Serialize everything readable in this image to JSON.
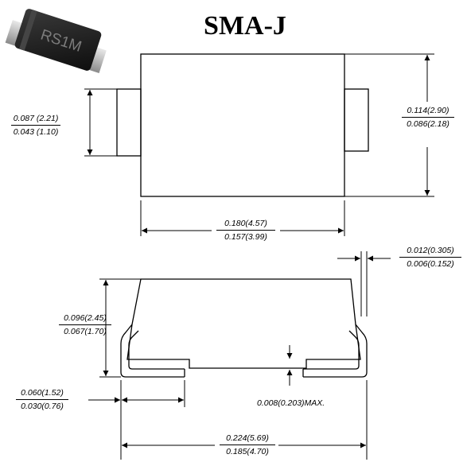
{
  "title": "SMA-J",
  "component_marking": "RS1M",
  "colors": {
    "ink": "#000000",
    "background": "#ffffff",
    "body": "#1b1b1b",
    "lead": "#c8c8c8"
  },
  "dimensions": {
    "lead_width": {
      "max": "0.087 (2.21)",
      "min": "0.043 (1.10)"
    },
    "body_width": {
      "max": "0.114(2.90)",
      "min": "0.086(2.18)"
    },
    "body_length": {
      "max": "0.180(4.57)",
      "min": "0.157(3.99)"
    },
    "lead_thickness": {
      "max": "0.012(0.305)",
      "min": "0.006(0.152)"
    },
    "body_height": {
      "max": "0.096(2.45)",
      "min": "0.067(1.70)"
    },
    "lead_length": {
      "max": "0.060(1.52)",
      "min": "0.030(0.76)"
    },
    "standoff_note": "0.008(0.203)MAX.",
    "overall_length": {
      "max": "0.224(5.69)",
      "min": "0.185(4.70)"
    }
  }
}
